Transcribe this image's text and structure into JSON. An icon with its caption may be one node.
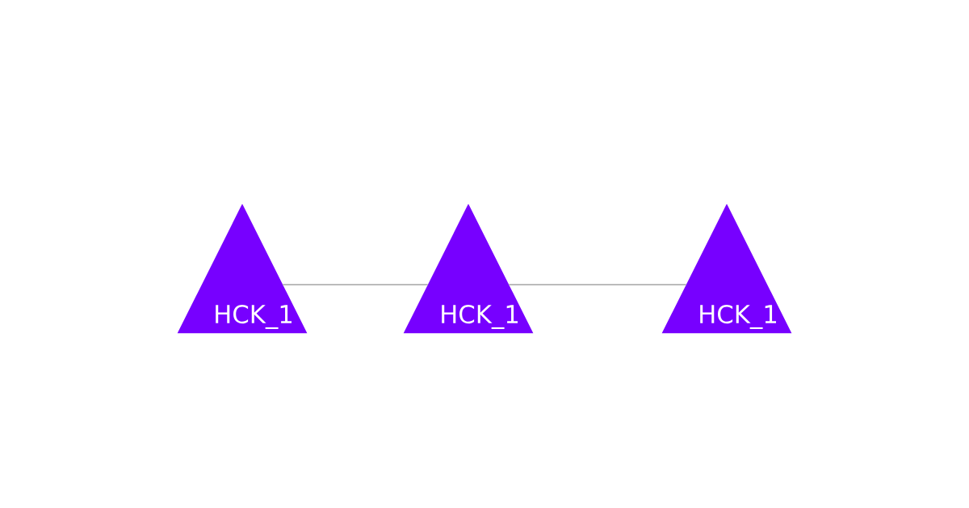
{
  "diagram": {
    "nodes": [
      {
        "text": [
          "HCK_1"
        ]
      },
      {
        "text": [
          "HCK_1"
        ]
      },
      {
        "text": [
          "HCK_1"
        ]
      }
    ],
    "edges": [
      {
        "from": 0,
        "to": 1,
        "arrow": "none"
      },
      {
        "from": 1,
        "to": 2,
        "arrow": "none"
      }
    ]
  }
}
